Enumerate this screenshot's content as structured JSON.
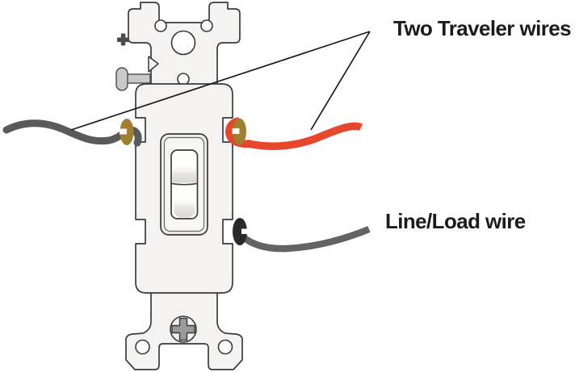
{
  "diagram": {
    "labels": {
      "travelers": "Two Traveler wires",
      "line_load": "Line/Load wire"
    },
    "colors": {
      "traveler_wire_left": "#595a5c",
      "traveler_wire_right": "#e7472c",
      "line_load_wire": "#616365",
      "brass_terminal": "#a08030",
      "common_terminal": "#2a2a2b",
      "outline": "#3a3a3a",
      "leader_line": "#1b1b1b",
      "label_text": "#1c1c1a",
      "body_fill": "#f4f3f1"
    },
    "parts": [
      "mounting-strap",
      "switch-body",
      "toggle-lever",
      "traveler-wire-left",
      "traveler-wire-right",
      "line-load-wire",
      "brass-terminal-screw-left",
      "brass-terminal-screw-right",
      "common-terminal-screw",
      "captive-mounting-screw",
      "phillips-screw"
    ]
  }
}
